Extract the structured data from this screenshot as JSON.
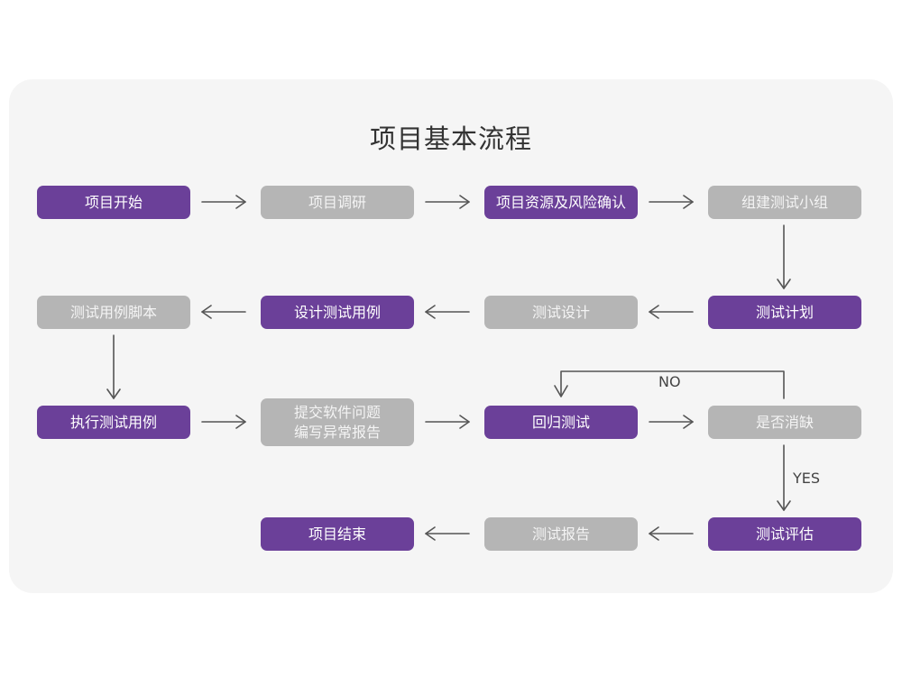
{
  "page": {
    "title": "项目基本流程",
    "background": "#ffffff",
    "panel_color": "#f5f5f5",
    "accent_purple": "#6b4099",
    "accent_gray": "#b5b5b5",
    "connector_color": "#555555"
  },
  "chart_data": {
    "type": "diagram",
    "title": "项目基本流程",
    "nodes": [
      {
        "id": "n1",
        "label": "项目开始",
        "style": "purple",
        "row": 1,
        "col": 1
      },
      {
        "id": "n2",
        "label": "项目调研",
        "style": "gray",
        "row": 1,
        "col": 2
      },
      {
        "id": "n3",
        "label": "项目资源及风险确认",
        "style": "purple",
        "row": 1,
        "col": 3
      },
      {
        "id": "n4",
        "label": "组建测试小组",
        "style": "gray",
        "row": 1,
        "col": 4
      },
      {
        "id": "n5",
        "label": "测试计划",
        "style": "purple",
        "row": 2,
        "col": 4
      },
      {
        "id": "n6",
        "label": "测试设计",
        "style": "gray",
        "row": 2,
        "col": 3
      },
      {
        "id": "n7",
        "label": "设计测试用例",
        "style": "purple",
        "row": 2,
        "col": 2
      },
      {
        "id": "n8",
        "label": "测试用例脚本",
        "style": "gray",
        "row": 2,
        "col": 1
      },
      {
        "id": "n9",
        "label": "执行测试用例",
        "style": "purple",
        "row": 3,
        "col": 1
      },
      {
        "id": "n10",
        "label": "提交软件问题\n编写异常报告",
        "style": "gray",
        "row": 3,
        "col": 2
      },
      {
        "id": "n11",
        "label": "回归测试",
        "style": "purple",
        "row": 3,
        "col": 3
      },
      {
        "id": "n12",
        "label": "是否消缺",
        "style": "gray",
        "row": 3,
        "col": 4
      },
      {
        "id": "n13",
        "label": "测试评估",
        "style": "purple",
        "row": 4,
        "col": 4
      },
      {
        "id": "n14",
        "label": "测试报告",
        "style": "gray",
        "row": 4,
        "col": 3
      },
      {
        "id": "n15",
        "label": "项目结束",
        "style": "purple",
        "row": 4,
        "col": 2
      }
    ],
    "edges": [
      {
        "from": "n1",
        "to": "n2",
        "label": "",
        "direction": "right"
      },
      {
        "from": "n2",
        "to": "n3",
        "label": "",
        "direction": "right"
      },
      {
        "from": "n3",
        "to": "n4",
        "label": "",
        "direction": "right"
      },
      {
        "from": "n4",
        "to": "n5",
        "label": "",
        "direction": "down"
      },
      {
        "from": "n5",
        "to": "n6",
        "label": "",
        "direction": "left"
      },
      {
        "from": "n6",
        "to": "n7",
        "label": "",
        "direction": "left"
      },
      {
        "from": "n7",
        "to": "n8",
        "label": "",
        "direction": "left"
      },
      {
        "from": "n8",
        "to": "n9",
        "label": "",
        "direction": "down"
      },
      {
        "from": "n9",
        "to": "n10",
        "label": "",
        "direction": "right"
      },
      {
        "from": "n10",
        "to": "n11",
        "label": "",
        "direction": "right"
      },
      {
        "from": "n11",
        "to": "n12",
        "label": "",
        "direction": "right"
      },
      {
        "from": "n12",
        "to": "n11",
        "label": "NO",
        "direction": "loop-up-left-down"
      },
      {
        "from": "n12",
        "to": "n13",
        "label": "YES",
        "direction": "down"
      },
      {
        "from": "n13",
        "to": "n14",
        "label": "",
        "direction": "left"
      },
      {
        "from": "n14",
        "to": "n15",
        "label": "",
        "direction": "left"
      }
    ],
    "edge_labels": [
      {
        "id": "lbl-no",
        "text": "NO"
      },
      {
        "id": "lbl-yes",
        "text": "YES"
      }
    ]
  }
}
